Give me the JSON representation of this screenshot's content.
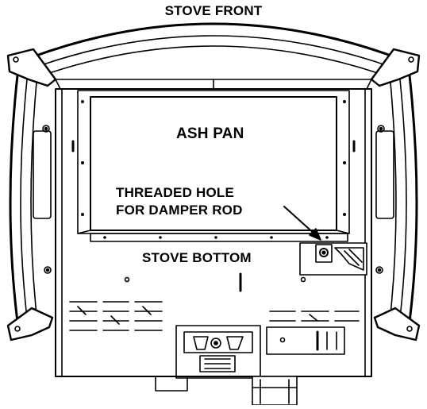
{
  "labels": {
    "stove_front": "STOVE FRONT",
    "ash_pan": "ASH PAN",
    "threaded_hole_line1": "THREADED HOLE",
    "threaded_hole_line2": "FOR DAMPER ROD",
    "stove_bottom": "STOVE BOTTOM"
  },
  "colors": {
    "ink": "#000000",
    "paper": "#ffffff",
    "shade": "#d0d0d0"
  }
}
